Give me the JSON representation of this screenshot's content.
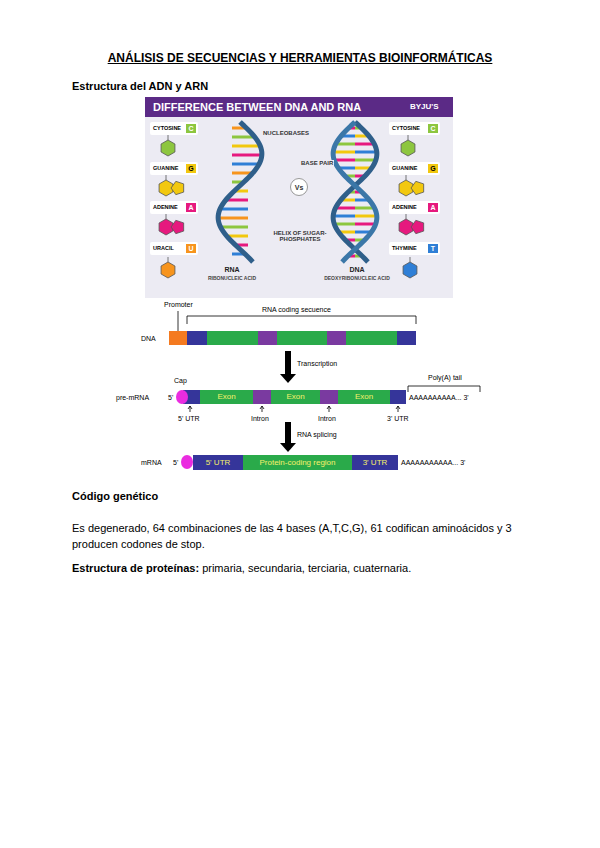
{
  "diagram": {
    "title": "ANÁLISIS DE SECUENCIAS Y HERRAMIENTAS BIOINFORMÁTICAS",
    "nodes": [
      {
        "text": [
          "DIFFERENCE BETWEEN DNA AND RNA"
        ]
      },
      {
        "text": [
          "C"
        ]
      },
      {
        "text": [
          "G"
        ]
      },
      {
        "text": [
          "A"
        ]
      },
      {
        "text": [
          "U"
        ]
      },
      {
        "text": [
          "C"
        ]
      },
      {
        "text": [
          "G"
        ]
      },
      {
        "text": [
          "A"
        ]
      },
      {
        "text": [
          "T"
        ]
      },
      {
        "text": [
          "Exon"
        ]
      },
      {
        "text": [
          "Exon"
        ]
      },
      {
        "text": [
          "Exon"
        ]
      },
      {
        "text": [
          "5' UTR"
        ]
      },
      {
        "text": [
          "Protein-coding region"
        ]
      },
      {
        "text": [
          "3' UTR"
        ]
      },
      {
        "text": [
          "Vs"
        ]
      }
    ],
    "labels": [
      "Estructura del ADN y ARN",
      "NUCLEOBASES",
      "BASE PAIR",
      "HELIX OF SUGAR-PHOSPHATES",
      "RNA",
      "RIBONUCLEIC ACID",
      "DNA",
      "DEOXYRIBONUCLEIC ACID",
      "CYTOSINE",
      "GUANINE",
      "ADENINE",
      "URACIL",
      "CYTOSINE",
      "GUANINE",
      "ADENINE",
      "THYMINE",
      "BYJU'S",
      "Promoter",
      "RNA coding secuence",
      "DNA",
      "Transcription",
      "Cap",
      "Poly(A) tail",
      "pre-mRNA",
      "5'",
      "AAAAAAAAAA... 3'",
      "5' UTR",
      "Intron",
      "Intron",
      "3' UTR",
      "RNA splicing",
      "mRNA",
      "5'",
      "AAAAAAAAAAA... 3'",
      "Código genético",
      "Es degenerado, 64 combinaciones de las 4 bases (A,T,C,G), 61 codifican aminoácidos y 3 producen codones de stop.",
      "Estructura de proteínas:",
      "primaria, secundaria, terciaria, cuaternaria."
    ]
  }
}
